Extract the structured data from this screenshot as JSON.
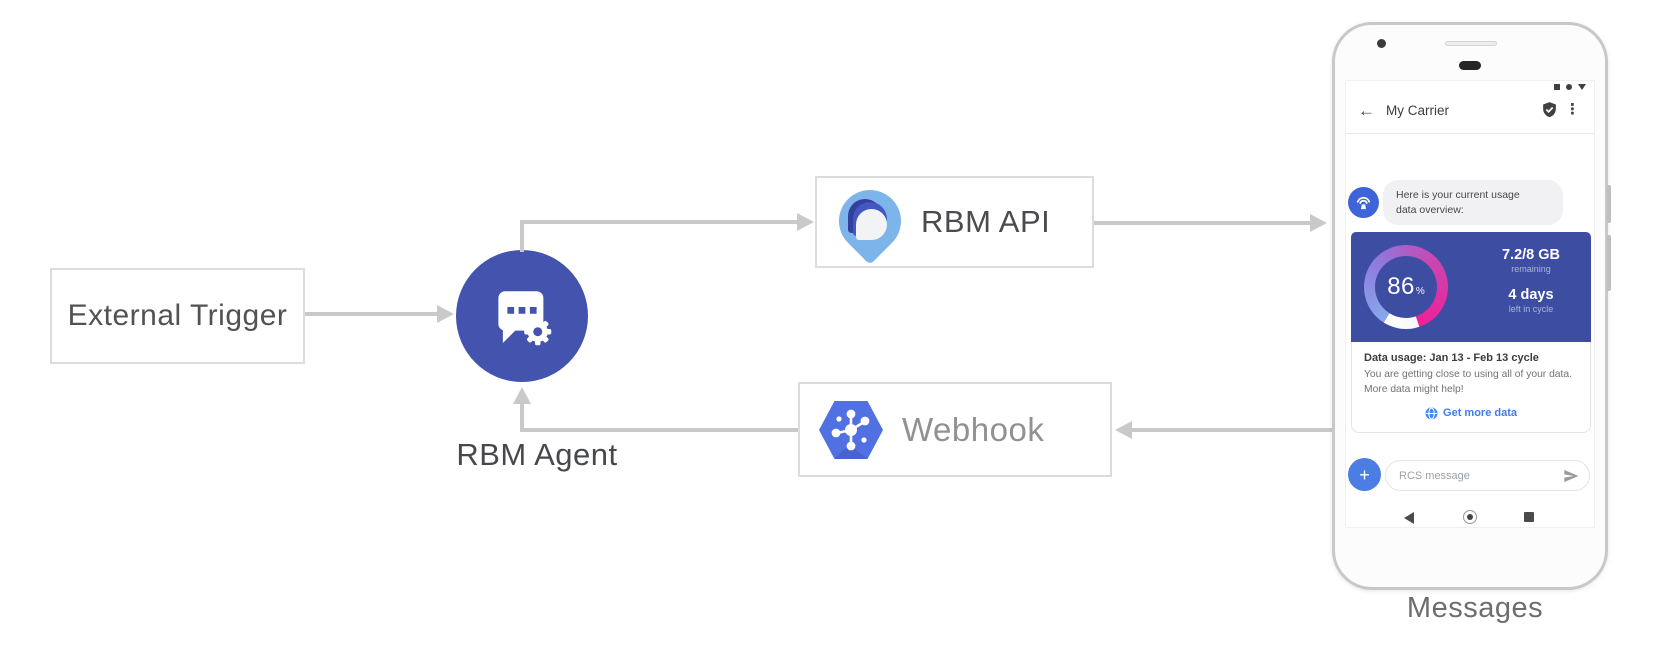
{
  "diagram": {
    "external_trigger_label": "External Trigger",
    "rbm_agent_label": "RBM Agent",
    "rbm_api_label": "RBM API",
    "webhook_label": "Webhook",
    "messages_caption": "Messages"
  },
  "colors": {
    "agent_circle": "#4353ae",
    "card_blue": "#3d4da2",
    "gauge_pink": "#ef2097",
    "gauge_light_blue": "#87a9ea",
    "link_blue": "#3e7cf0",
    "plus_button_blue": "#4b7de3",
    "hexagon_blue": "#5170e2",
    "api_logo_light_blue": "#7db4ea",
    "connector_gray": "#c9c9c9"
  },
  "phone": {
    "status_icons": [
      "■",
      "●",
      "▼"
    ],
    "header": {
      "back_glyph": "←",
      "title": "My Carrier",
      "menu_glyph": "⋮"
    },
    "chat": {
      "bubble_line1": "Here is your current usage",
      "bubble_line2": "data overview:",
      "gauge": {
        "percent": "86",
        "percent_unit": "%",
        "remaining_value": "7.2/8 GB",
        "remaining_label": "remaining",
        "days_value": "4 days",
        "days_label": "left in cycle"
      },
      "card": {
        "title": "Data usage: Jan 13 - Feb 13 cycle",
        "body_line1": "You are getting close to using all of your data.",
        "body_line2": "More data might help!",
        "link_label": "Get more data"
      }
    },
    "compose": {
      "plus_glyph": "+",
      "placeholder": "RCS message"
    }
  }
}
